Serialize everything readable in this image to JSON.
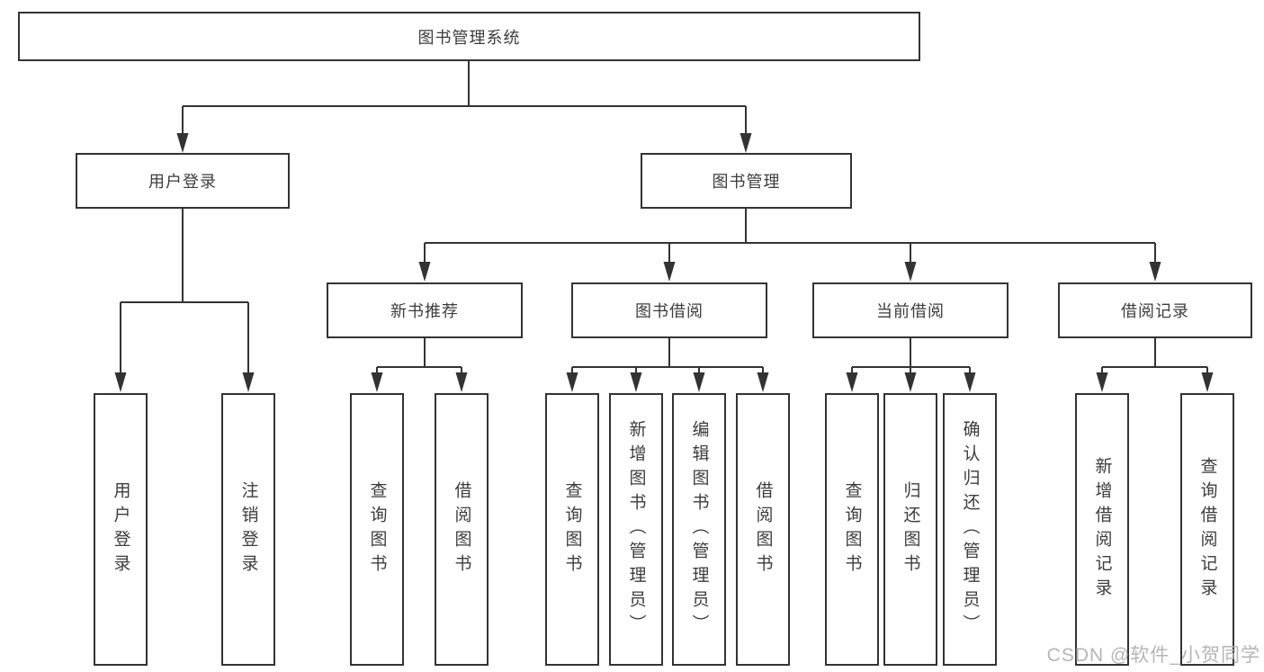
{
  "diagram": {
    "root": {
      "label": "图书管理系统"
    },
    "level2": [
      {
        "label": "用户登录"
      },
      {
        "label": "图书管理"
      }
    ],
    "level3": [
      {
        "label": "新书推荐"
      },
      {
        "label": "图书借阅"
      },
      {
        "label": "当前借阅"
      },
      {
        "label": "借阅记录"
      }
    ],
    "leaves": {
      "user_login": [
        "用户登录",
        "注销登录"
      ],
      "new_book": [
        "查询图书",
        "借阅图书"
      ],
      "book_borrow": [
        "查询图书",
        "新增图书（管理员）",
        "编辑图书（管理员）",
        "借阅图书"
      ],
      "current_borrow": [
        "查询图书",
        "归还图书",
        "确认归还（管理员）"
      ],
      "borrow_records": [
        "新增借阅记录",
        "查询借阅记录"
      ]
    }
  },
  "watermark": {
    "text": "CSDN @软件_小贺同学"
  },
  "colors": {
    "line": "#333333",
    "border": "#333333",
    "text": "#3d3d3d",
    "background": "#ffffff",
    "watermark": "#b5b5b5"
  }
}
